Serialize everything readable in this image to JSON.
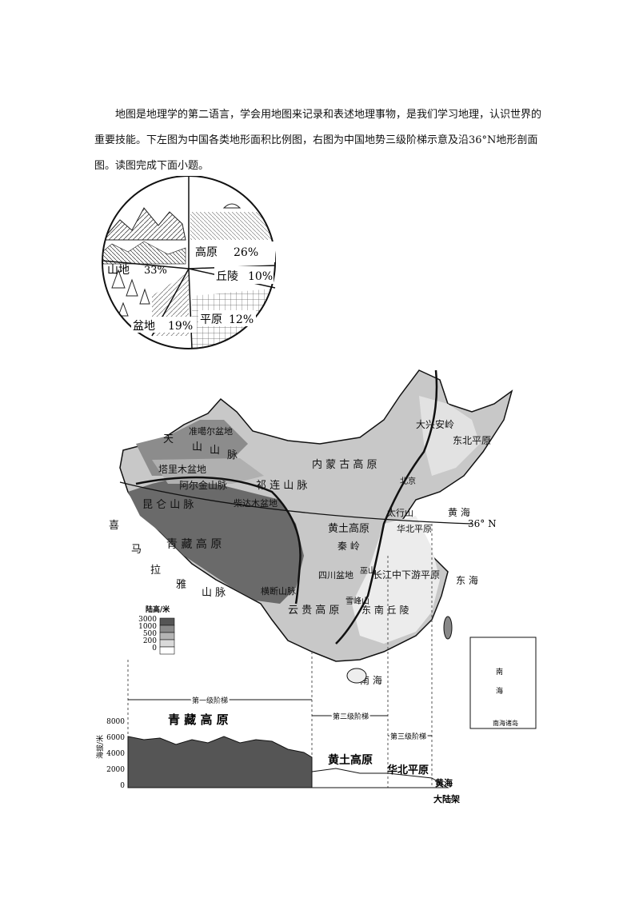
{
  "intro": {
    "paragraph": "地图是地理学的第二语言，学会用地图来记录和表述地理事物，是我们学习地理，认识世界的重要技能。下左图为中国各类地形面积比例图，右图为中国地势三级阶梯示意及沿36°N地形剖面图。读图完成下面小题。"
  },
  "pie": {
    "slices": [
      {
        "name": "山地",
        "pct": "33%",
        "value": 33
      },
      {
        "name": "高原",
        "pct": "26%",
        "value": 26
      },
      {
        "name": "丘陵",
        "pct": "10%",
        "value": 10
      },
      {
        "name": "平原",
        "pct": "12%",
        "value": 12
      },
      {
        "name": "盆地",
        "pct": "19%",
        "value": 19
      }
    ]
  },
  "map": {
    "labels": {
      "tian": "天",
      "shan1": "山",
      "shan2": "山",
      "mai1": "脉",
      "junggar": "准噶尔盆地",
      "tarim": "塔里木盆地",
      "altun": "阿尔金山脉",
      "qilian": "祁  连  山  脉",
      "qaidam": "柴达木盆地",
      "kunlun": "昆  仑  山  脉",
      "qingzang": "青  藏  高  原",
      "xi": "喜",
      "ma": "马",
      "la": "拉",
      "ya": "雅",
      "himalaya_tail": "山  脉",
      "neimenggu": "内  蒙  古  高  原",
      "daxinganling": "大兴安岭",
      "dongbei": "东北平原",
      "taihang": "太行山",
      "huabei": "华北平原",
      "huangtu": "黄土高原",
      "qinling": "秦 岭",
      "huang_sea": "黄 海",
      "dong_sea": "东 海",
      "nan_sea": "南 海",
      "sichuan": "四川盆地",
      "hengduan": "横断山脉",
      "yungui": "云 贵 高 原",
      "changjiang": "长江中下游平原",
      "dongnan": "东 南 丘 陵",
      "xuefeng": "雪峰山",
      "wushan": "巫山",
      "beijing": "北京",
      "lat": "36° N",
      "nanhai_inset": "南海诸岛",
      "inset_nan": "南",
      "inset_hai": "海"
    },
    "legend": {
      "title": "陆高/米",
      "ticks": [
        "3000",
        "1000",
        "500",
        "200",
        "0"
      ],
      "colors": [
        "#555555",
        "#8a8a8a",
        "#b4b4b4",
        "#dadada",
        "#ffffff"
      ]
    },
    "profile": {
      "step1": "第一级阶梯",
      "step2": "第二级阶梯",
      "step3": "第三级阶梯",
      "qingzang": "青  藏  高  原",
      "huangtu": "黄土高原",
      "huabei": "华北平原",
      "huanghai": "黄海",
      "dalujia": "大陆架",
      "ylabel": "海拔/米",
      "yticks": [
        "8000",
        "6000",
        "4000",
        "2000",
        "0"
      ]
    }
  }
}
